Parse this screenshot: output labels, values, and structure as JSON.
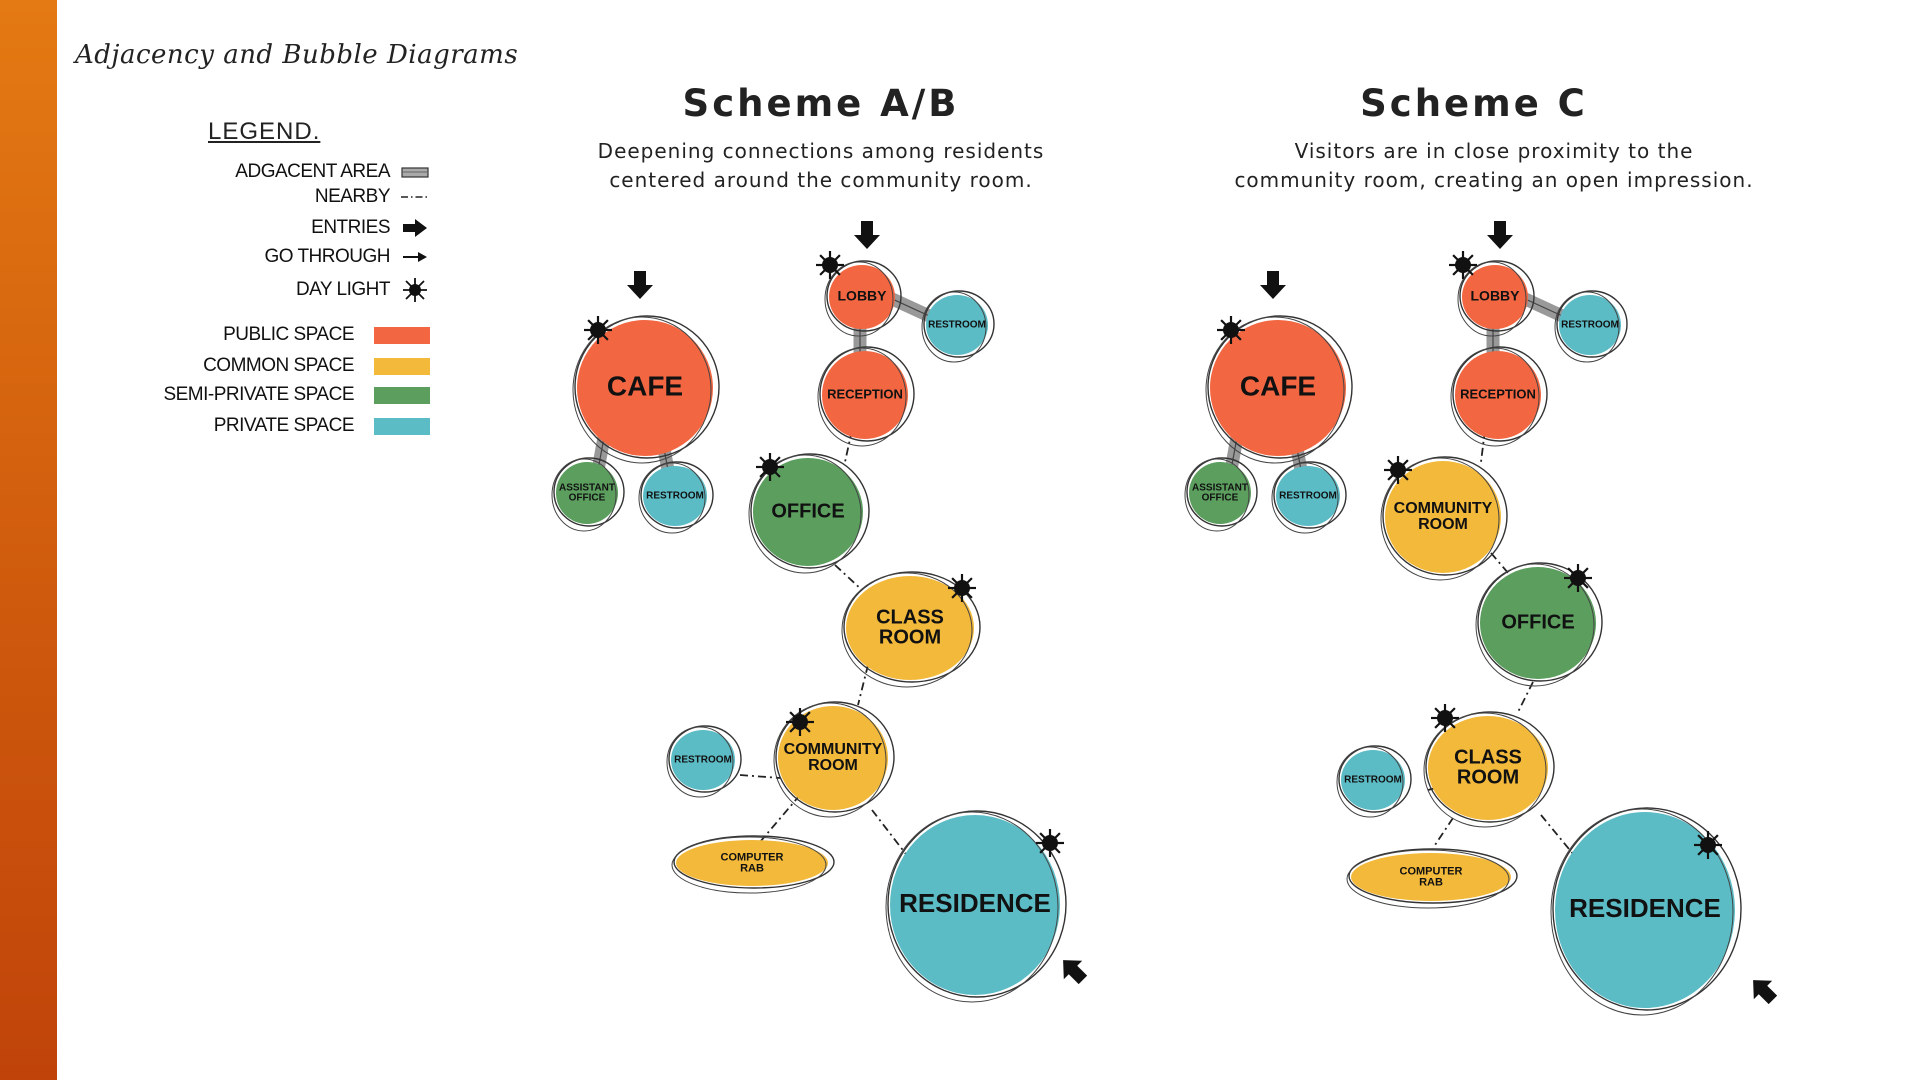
{
  "page": {
    "title": "Adjacency and Bubble Diagrams"
  },
  "legend": {
    "heading": "LEGEND.",
    "relations": [
      {
        "label": "ADGACENT AREA",
        "symbol": "adjacent-bar-icon"
      },
      {
        "label": "NEARBY",
        "symbol": "dash-dot-line-icon"
      },
      {
        "label": "ENTRIES",
        "symbol": "bold-arrow-icon"
      },
      {
        "label": "GO THROUGH",
        "symbol": "thin-arrow-icon"
      },
      {
        "label": "DAY LIGHT",
        "symbol": "sun-burst-icon"
      }
    ],
    "space_types": [
      {
        "label": "PUBLIC SPACE",
        "color": "#f26742"
      },
      {
        "label": "COMMON SPACE",
        "color": "#f2b93b"
      },
      {
        "label": "SEMI-PRIVATE SPACE",
        "color": "#5b9e5e"
      },
      {
        "label": "PRIVATE SPACE",
        "color": "#5cbcc6"
      }
    ]
  },
  "colors": {
    "public": "#f26742",
    "common": "#f2b93b",
    "semi": "#5b9e5e",
    "private": "#5cbcc6",
    "accent_bar": "#d9600f"
  },
  "schemes": [
    {
      "title": "Scheme A/B",
      "description_line1": "Deepening connections among residents",
      "description_line2": "centered around the community room."
    },
    {
      "title": "Scheme C",
      "description_line1": "Visitors are in close proximity to the",
      "description_line2": "community room, creating an open impression."
    }
  ],
  "bubble_labels": {
    "cafe": "CAFE",
    "assistant_office_1": "ASSISTANT",
    "assistant_office_2": "OFFICE",
    "restroom": "RESTROOM",
    "lobby": "LOBBY",
    "reception": "RECEPTION",
    "office": "OFFICE",
    "classroom_1": "CLASS",
    "classroom_2": "ROOM",
    "community_1": "COMMUNITY",
    "community_2": "ROOM",
    "computer_lab_1": "COMPUTER",
    "computer_lab_2": "RAB",
    "residence": "RESIDENCE"
  }
}
